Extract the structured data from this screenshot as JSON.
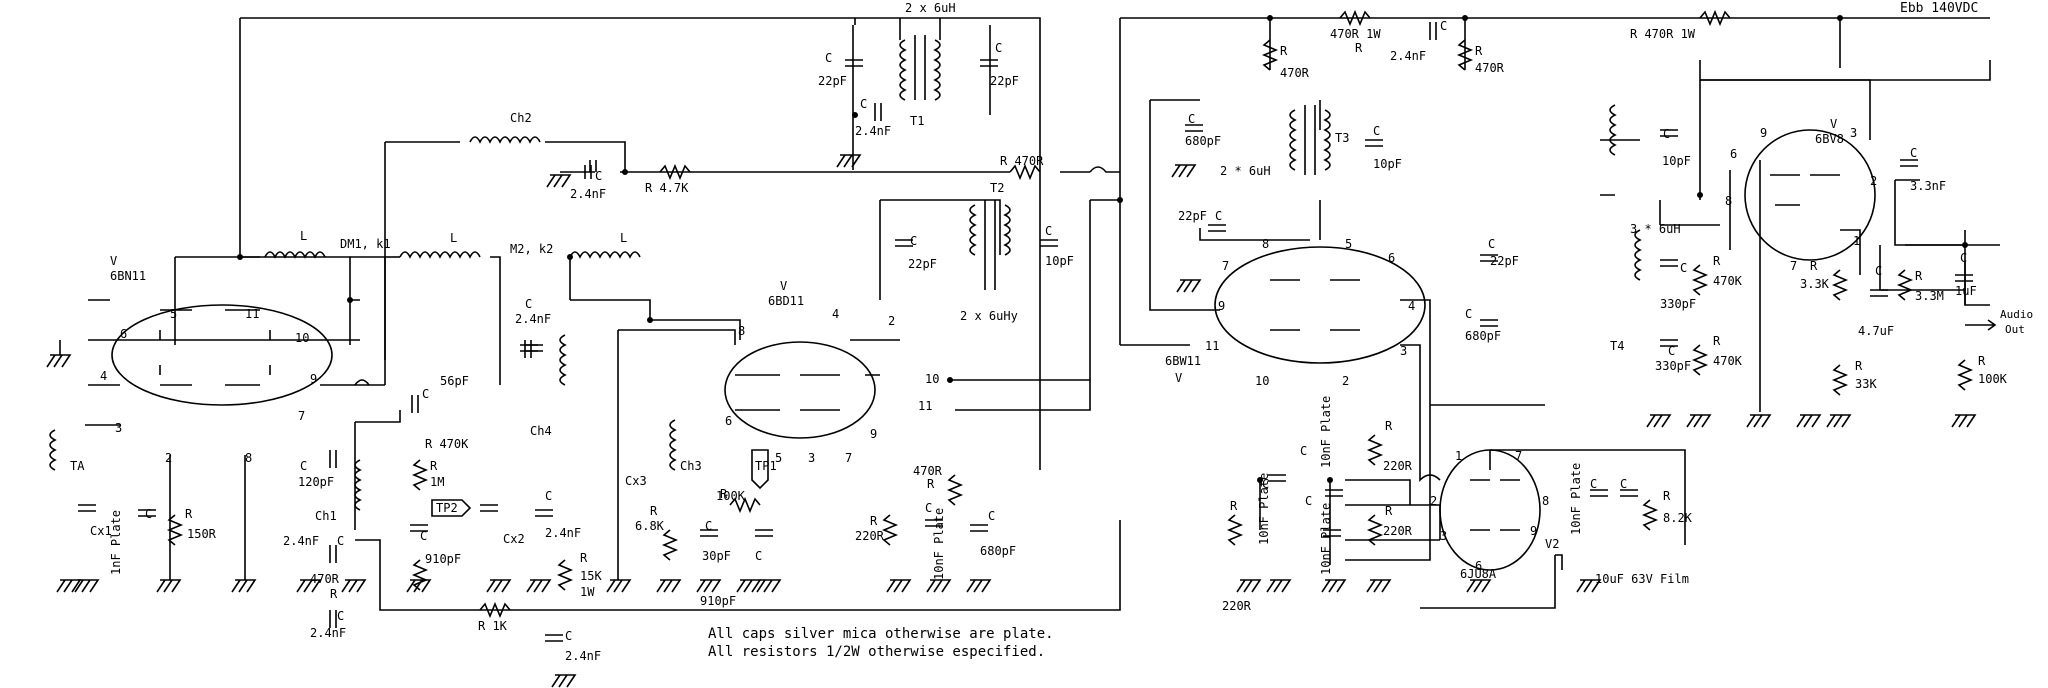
{
  "labels": {
    "ebb": "Ebb 140VDC",
    "r_top1": "470R 1W",
    "r_top1_R": "R",
    "r_top2": "R 470R 1W",
    "t1_ind": "2 x 6uH",
    "t1": "T1",
    "c_t1a": "C",
    "c_t1a_v": "22pF",
    "c_t1b": "C",
    "c_t1b_v": "22pF",
    "c_t1c": "C",
    "c_t1c_v": "2.4nF",
    "ch2": "Ch2",
    "c_ch2": "C",
    "c_ch2_v": "2.4nF",
    "r47k": "R 4.7K",
    "r470r_mid": "R  470R",
    "dm1": "DM1, k1",
    "m2": "M2, k2",
    "L": "L",
    "v_6bn11": "V",
    "v_6bn11_t": "6BN11",
    "pin5a": "5",
    "pin11a": "11",
    "pin6a": "6",
    "pin10a": "10",
    "pin4a": "4",
    "pin9a": "9",
    "pin3a": "3",
    "pin7a": "7",
    "pin2a": "2",
    "pin8a": "8",
    "ta": "TA",
    "cx1": "Cx1",
    "c1nf": "1nF Plate",
    "cC1": "C",
    "r150": "R",
    "r150_v": "150R",
    "c120": "C",
    "c120_v": "120pF",
    "ch1": "Ch1",
    "c24n_b": "2.4nF",
    "cC2": "C",
    "r470r_b": "470R",
    "rR_b": "R",
    "c24n_c": "2.4nF",
    "cC3": "C",
    "c56": "56pF",
    "cC4": "C",
    "r470k": "R  470K",
    "r1m": "R",
    "r1m_v": "1M",
    "tp2": "TP2",
    "c910": "C",
    "c910_v": "910pF",
    "cx2": "Cx2",
    "c_ch4": "C",
    "c_ch4_v": "2.4nF",
    "ch4": "Ch4",
    "c24n_d": "2.4nF",
    "cC5": "C",
    "r15k": "R",
    "r15k_v": "15K",
    "r15k_w": "1W",
    "r1k": "R  1K",
    "c24n_e": "2.4nF",
    "cC6": "C",
    "v_6bd11": "V",
    "v_6bd11_t": "6BD11",
    "pin8b": "8",
    "pin4b": "4",
    "pin2b": "2",
    "pin6b": "6",
    "pin10b": "10",
    "pin11b": "11",
    "pin3b": "3",
    "pin7b": "7",
    "pin9b": "9",
    "pin5b": "5",
    "cx3": "Cx3",
    "ch3": "Ch3",
    "r68k": "R",
    "r68k_v": "6.8K",
    "r100k": "R",
    "r100k_v": "100K",
    "c30": "C",
    "c30_v": "30pF",
    "tp1": "TP1",
    "c910b": "C",
    "c910b_v": "910pF",
    "t2": "T2",
    "c22b": "C",
    "c22b_v": "22pF",
    "c10b": "C",
    "c10b_v": "10pF",
    "t2_ind": "2 x 6uHy",
    "r470r_c": "470R",
    "r470r_cR": "R",
    "r220r_a": "R",
    "r220r_a_v": "220R",
    "c10n_a": "10nF Plate",
    "cC7": "C",
    "c680a": "C",
    "c680a_v": "680pF",
    "note1": "All caps silver mica otherwise are plate.",
    "note2": "All resistors 1/2W otherwise especified.",
    "r470r_d": "R",
    "r470r_d_v": "470R",
    "c24n_f": "2.4nF",
    "cC8": "C",
    "r470r_e": "R",
    "r470r_e_v": "470R",
    "c680b": "C",
    "c680b_v": "680pF",
    "t3_ind": "2 * 6uH",
    "t3": "T3",
    "c10c": "C",
    "c10c_v": "10pF",
    "c22c": "C",
    "c22c_v": "22pF",
    "v_6bw11": "V",
    "v_6bw11_t": "6BW11",
    "pin8c": "8",
    "pin5c": "5",
    "pin7c": "7",
    "pin6c": "6",
    "pin9c": "9",
    "pin4c": "4",
    "pin11c": "11",
    "pin3c": "3",
    "pin10c": "10",
    "pin2c": "2",
    "c22d": "C",
    "c22d_v": "22pF",
    "c680c": "C",
    "c680c_v": "680pF",
    "r220r_b": "R",
    "r220r_b_v": "220R",
    "c10n_b": "10nF Plate",
    "cC9": "C",
    "r220r_c": "R",
    "r220r_c_v": "220R",
    "c10n_c": "10nF Plate",
    "cC10": "C",
    "r220r_d": "R",
    "r220r_d_v": "220R",
    "c10n_d": "10nF Plate",
    "cC11": "C",
    "v2": "V2",
    "v2_t": "6JU8A",
    "pin1d": "1",
    "pin7d": "7",
    "pin2d": "2",
    "pin8d": "8",
    "pin3d": "3",
    "pin9d": "9",
    "pin6d": "6",
    "c10n_e": "10nF Plate",
    "cC12": "C",
    "cC13": "C",
    "r82k": "R",
    "r82k_v": "8.2K",
    "c10u": "10uF 63V Film",
    "t4": "T4",
    "t4_ind": "3 * 6uH",
    "c10d": "C",
    "c10d_v": "10pF",
    "c330a": "C",
    "c330a_v": "330pF",
    "c330b": "C",
    "c330b_v": "330pF",
    "r470k_a": "R",
    "r470k_a_v": "470K",
    "r470k_b": "R",
    "r470k_b_v": "470K",
    "v_6bv8": "V",
    "v_6bv8_t": "6BV8",
    "pin9e": "9",
    "pin3e": "3",
    "pin6e": "6",
    "pin2e": "2",
    "pin8e": "8",
    "pin7e": "7",
    "pin1e": "1",
    "c33n": "C",
    "c33n_v": "3.3nF",
    "r33k_a": "R",
    "r33k_a_v": "3.3K",
    "c47u": "C",
    "c47u_v": "4.7uF",
    "r33m": "R",
    "r33m_v": "3.3M",
    "r33k_b": "R",
    "r33k_b_v": "33K",
    "c1u": "C",
    "c1u_v": "1uF",
    "audio": "Audio",
    "out": "Out",
    "r100k_b": "R",
    "r100k_b_v": "100K"
  }
}
